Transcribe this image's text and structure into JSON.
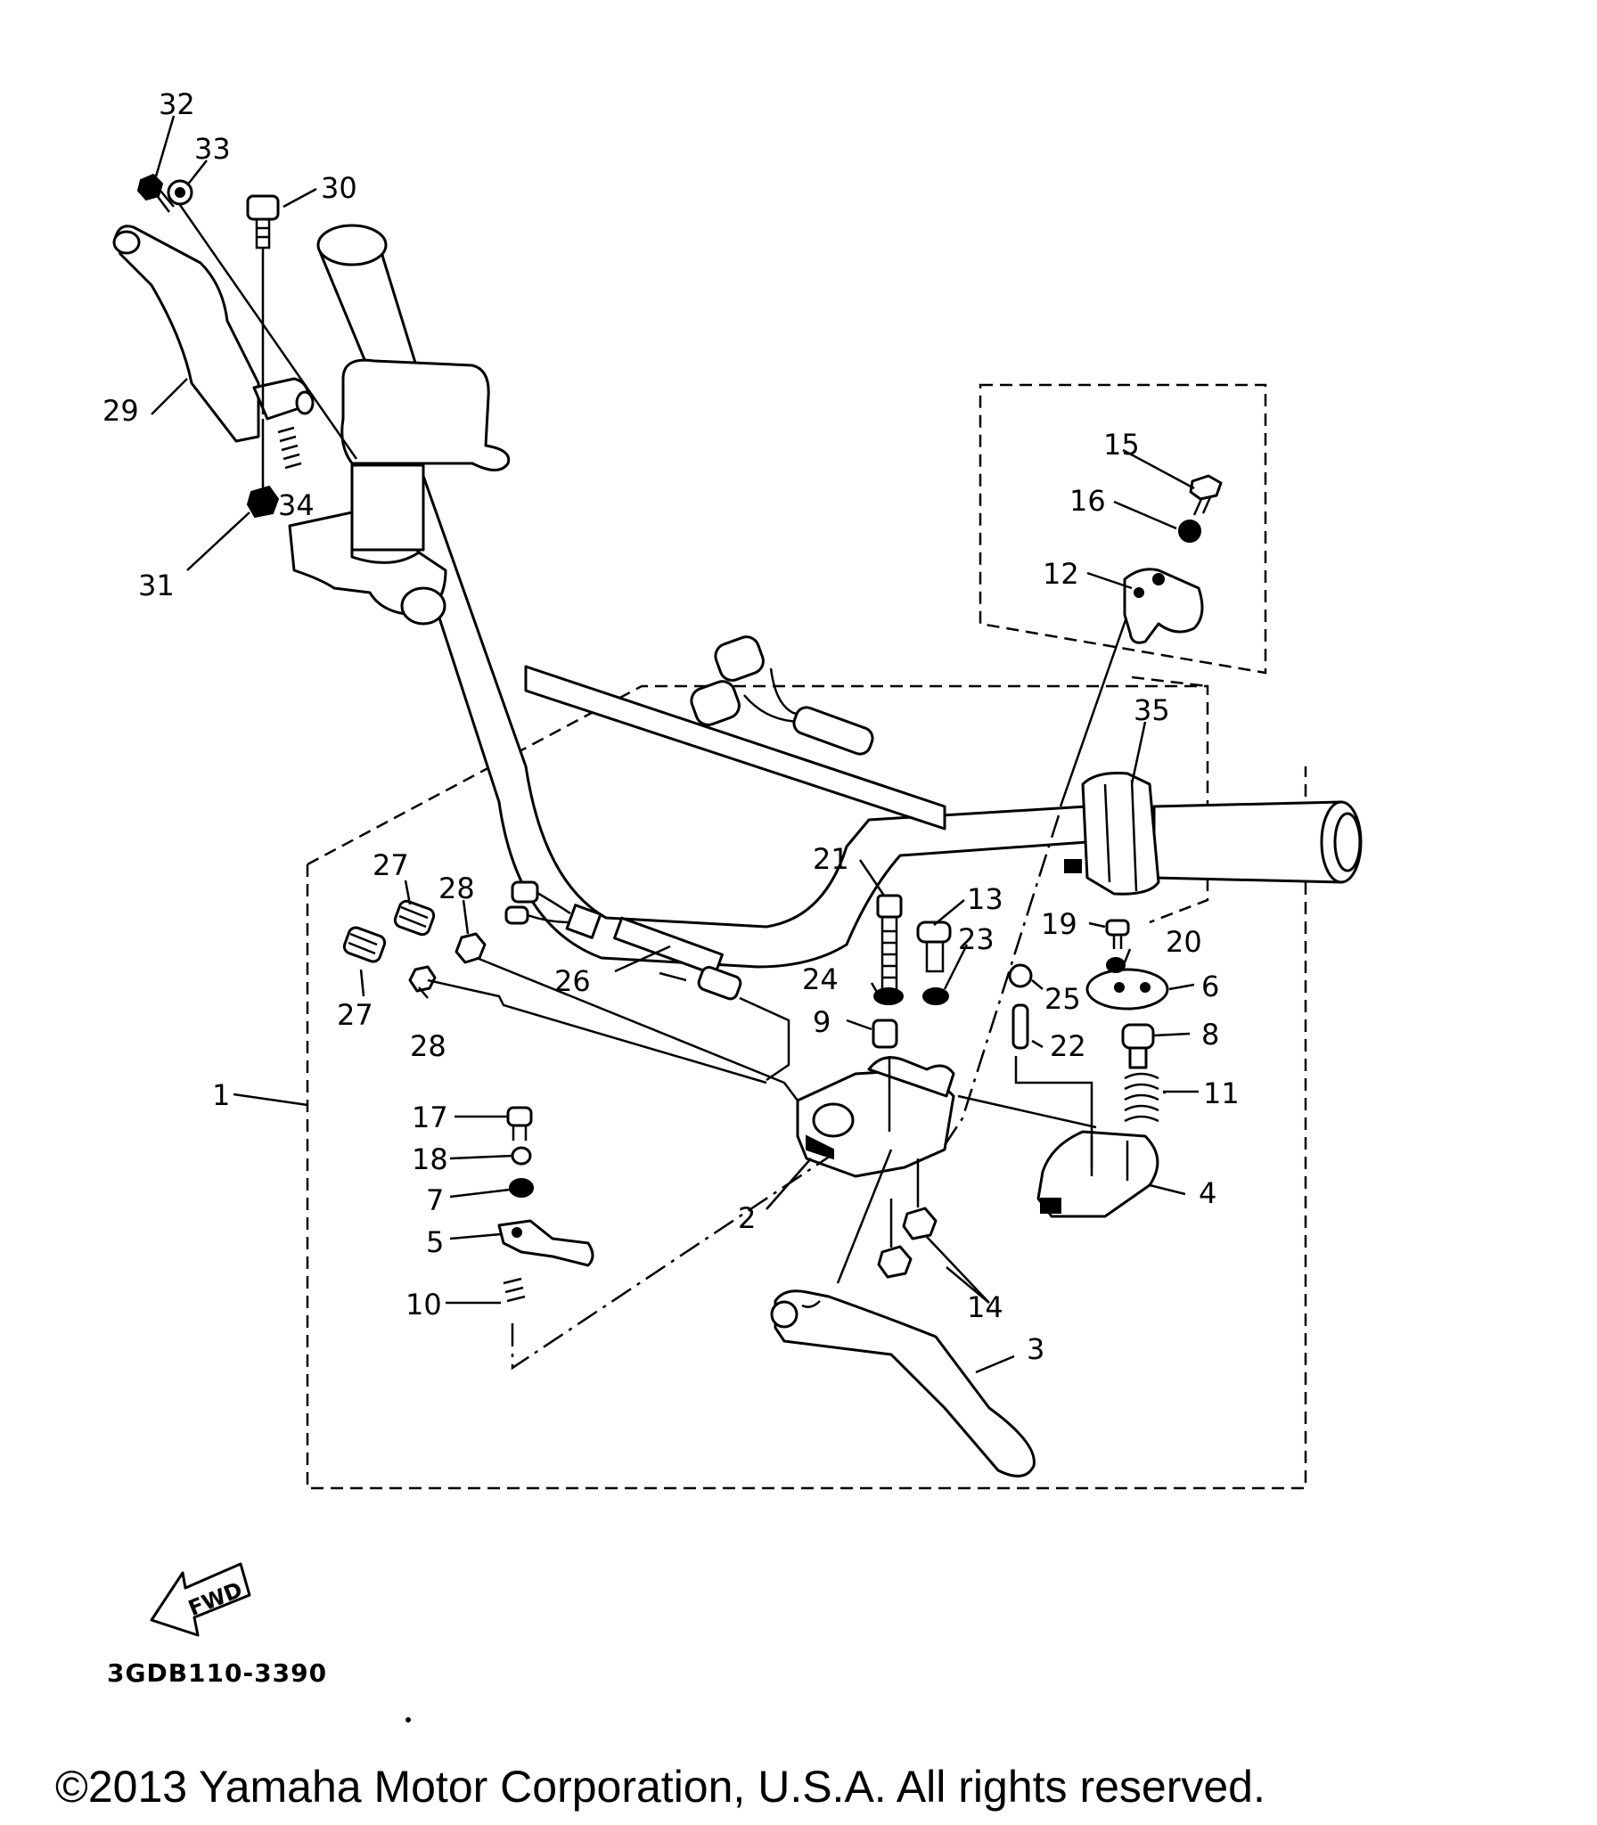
{
  "diagram_code": "3GDB110-3390",
  "fwd_label": "FWD",
  "copyright": "©2013 Yamaha Motor Corporation, U.S.A. All rights reserved.",
  "callouts": {
    "c1": "1",
    "c2": "2",
    "c3": "3",
    "c4": "4",
    "c5": "5",
    "c6": "6",
    "c7": "7",
    "c8": "8",
    "c9": "9",
    "c10": "10",
    "c11": "11",
    "c12": "12",
    "c13": "13",
    "c14": "14",
    "c15": "15",
    "c16": "16",
    "c17": "17",
    "c18": "18",
    "c19": "19",
    "c20": "20",
    "c21": "21",
    "c22": "22",
    "c23": "23",
    "c24": "24",
    "c25": "25",
    "c26": "26",
    "c27a": "27",
    "c27b": "27",
    "c28a": "28",
    "c28b": "28",
    "c29": "29",
    "c30": "30",
    "c31": "31",
    "c32": "32",
    "c33": "33",
    "c34": "34",
    "c35": "35"
  }
}
